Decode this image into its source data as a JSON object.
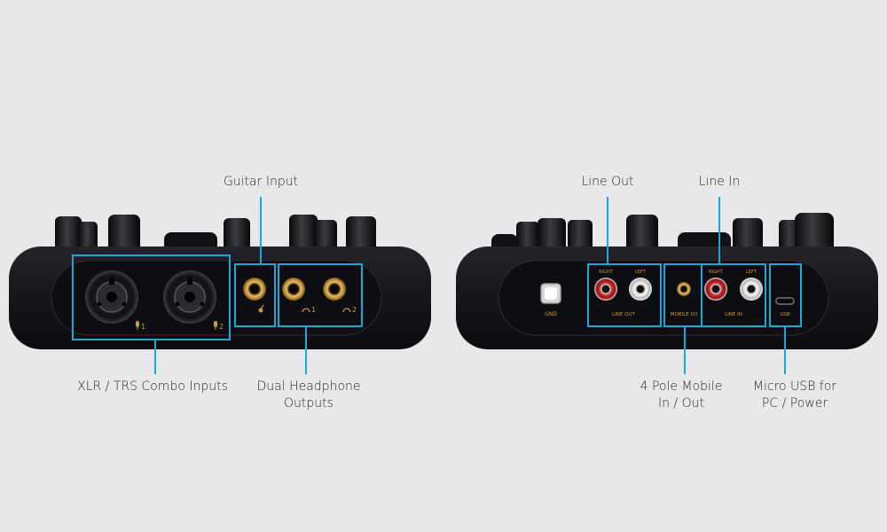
{
  "colors": {
    "background": "#e8e8e8",
    "device_body": "#15161a",
    "callout_line": "#1aa7dc",
    "gold_jack": "#c99a3c",
    "label_text": "#2a2a2a"
  },
  "front_panel": {
    "callouts": {
      "guitar_input": "Guitar Input",
      "combo_inputs": "XLR / TRS Combo Inputs",
      "headphone_outputs_line1": "Dual Headphone",
      "headphone_outputs_line2": "Outputs"
    },
    "jack_labels": {
      "combo_1": "1",
      "combo_2": "2",
      "headphone_1": "1",
      "headphone_2": "2"
    },
    "icons": [
      "microphone-icon",
      "guitar-icon",
      "headphone-icon"
    ]
  },
  "back_panel": {
    "callouts": {
      "line_out": "Line Out",
      "line_in": "Line In",
      "mobile_line1": "4 Pole Mobile",
      "mobile_line2": "In / Out",
      "usb_line1": "Micro USB for",
      "usb_line2": "PC / Power"
    },
    "silkscreen": {
      "gnd": "GND",
      "right_out": "RIGHT",
      "left_out": "LEFT",
      "line_out": "LINE OUT",
      "mobile_io": "MOBILE I/O",
      "right_in": "RIGHT",
      "left_in": "LEFT",
      "line_in": "LINE IN",
      "usb": "USB"
    }
  }
}
